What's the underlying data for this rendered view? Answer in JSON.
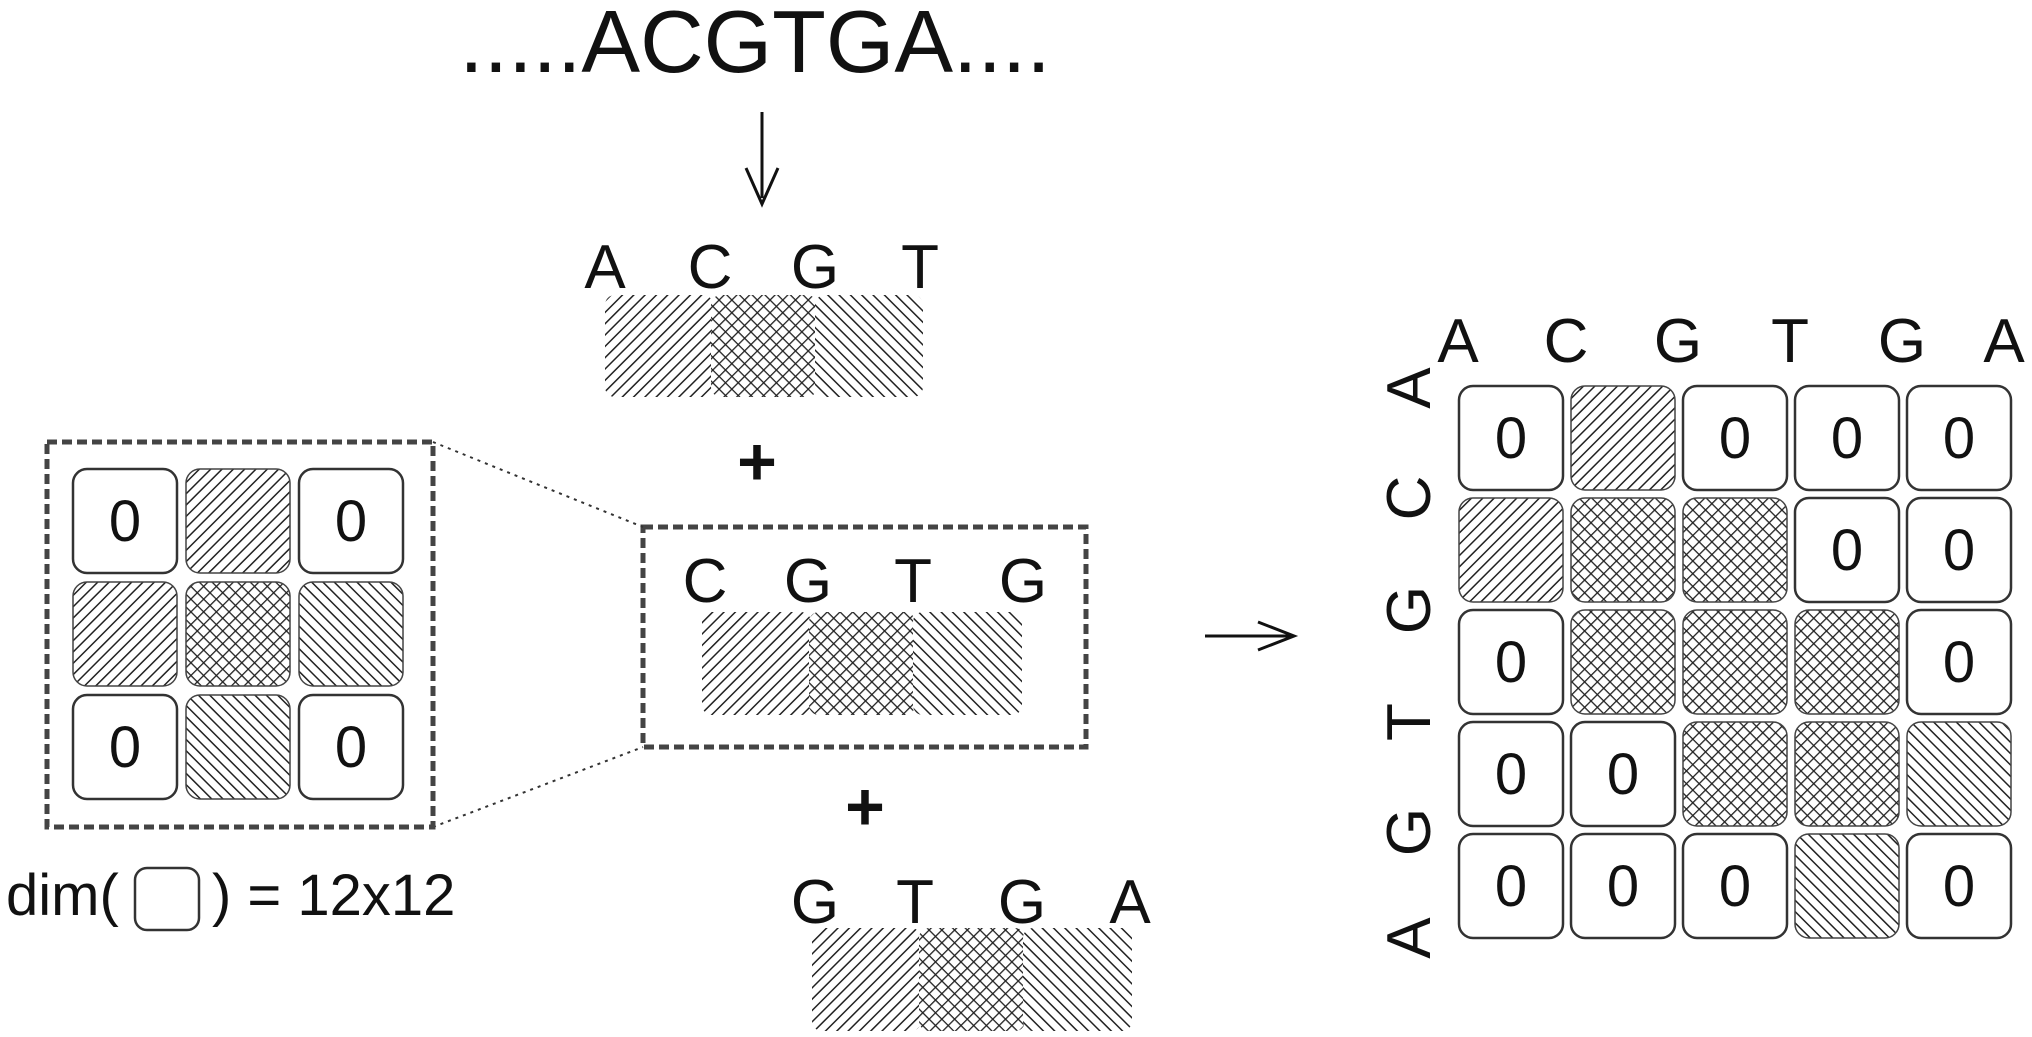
{
  "sequence": ".....ACGTGA....",
  "windows": [
    [
      "A",
      "C",
      "G",
      "T"
    ],
    [
      "C",
      "G",
      "T",
      "G"
    ],
    [
      "G",
      "T",
      "G",
      "A"
    ]
  ],
  "plus": "+",
  "kernel": {
    "cells": [
      [
        "0",
        "diag",
        "0"
      ],
      [
        "diag",
        "cross",
        "anti"
      ],
      [
        "0",
        "anti",
        "0"
      ]
    ]
  },
  "dim_label": {
    "prefix": "dim(",
    "suffix": ") = 12x12"
  },
  "matrix": {
    "col_labels": [
      "A",
      "C",
      "G",
      "T",
      "G",
      "A"
    ],
    "row_labels": [
      "A",
      "C",
      "G",
      "T",
      "G",
      "A"
    ],
    "cells": [
      [
        "0",
        "diag",
        "0",
        "0",
        "0"
      ],
      [
        "diag",
        "cross",
        "cross",
        "0",
        "0"
      ],
      [
        "0",
        "cross",
        "cross",
        "cross",
        "0"
      ],
      [
        "0",
        "0",
        "cross",
        "cross",
        "anti"
      ],
      [
        "0",
        "0",
        "0",
        "anti",
        "0"
      ]
    ]
  }
}
